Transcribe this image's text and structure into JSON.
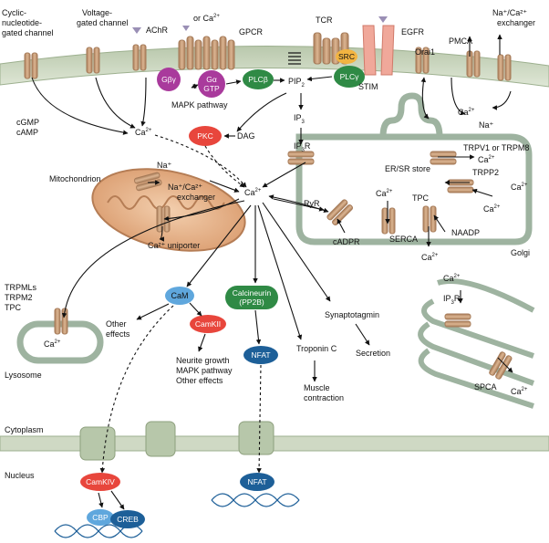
{
  "membrane_channels": {
    "cyclic_nucleotide_gated": [
      "Cyclic-",
      "nucleotide-",
      "gated channel"
    ],
    "cgmp": "cGMP",
    "camp": "cAMP",
    "voltage_gated": [
      "Voltage-",
      "gated channel"
    ],
    "achr": "AChR",
    "gpcr": "GPCR",
    "ligand_or": "or Ca",
    "g_beta_gamma": "Gβγ",
    "g_alpha": "Gα",
    "gtp": "GTP",
    "plc_beta": "PLCβ",
    "tcr": "TCR",
    "egfr": "EGFR",
    "src": "SRC",
    "plc_gamma": "PLCγ",
    "pip2": "PIP",
    "orai1": "Orai1",
    "stim": "STIM",
    "pmca": "PMCA",
    "na_ca_exchanger_top": [
      "Na⁺/Ca²⁺",
      "exchanger"
    ],
    "na_plus": "Na⁺"
  },
  "cytosol": {
    "mapk_pathway": "MAPK pathway",
    "pkc": "PKC",
    "dag": "DAG",
    "ip3": "IP",
    "ip3r": "IP",
    "ca_center": "Ca",
    "ca_generic": "Ca",
    "mitochondrion": "Mitochondrion",
    "mito_na": "Na⁺",
    "mito_exchanger": [
      "Na⁺/Ca²⁺",
      "exchanger"
    ],
    "uniporter": "Ca²⁺ uniporter",
    "er_store": "ER/SR store",
    "ryr": "RyR",
    "cadpr": "cADPR",
    "serca": "SERCA",
    "tpc": "TPC",
    "naadp": "NAADP",
    "trpv1": "TRPV1 or TRPM8",
    "trpp2": "TRPP2",
    "golgi": "Golgi",
    "spca": "SPCA",
    "lysosome_channels": [
      "TRPMLs",
      "TRPM2",
      "TPC"
    ],
    "lysosome": "Lysosome",
    "cam": "CaM",
    "other_effects": [
      "Other",
      "effects"
    ],
    "camkii": "CamKII",
    "neurite": [
      "Neurite growth",
      "MAPK pathway",
      "Other effects"
    ],
    "calcineurin": [
      "Calcineurin",
      "(PP2B)"
    ],
    "nfat": "NFAT",
    "troponin": "Troponin C",
    "muscle": [
      "Muscle",
      "contraction"
    ],
    "synaptotagmin": "Synaptotagmin",
    "secretion": "Secretion",
    "cytoplasm": "Cytoplasm",
    "nucleus": "Nucleus",
    "camkiv": "CamKIV",
    "cbp": "CBP",
    "creb": "CREB",
    "nfat_nuclear": "NFAT"
  },
  "superscripts": {
    "two_plus": "2+",
    "two": "2",
    "three": "3"
  },
  "colors": {
    "membrane": "#cfd9c4",
    "membrane_edge": "#9db08f",
    "channel": "#c99f7c",
    "channel_dark": "#a57a58",
    "er": "#9eb3a0",
    "pkc": "#e8463c",
    "plc": "#2f8a45",
    "nfat": "#1d5f98",
    "cam": "#5fa7dd",
    "gprotein": "#a93a9c",
    "src": "#f2b441",
    "mito": "#e8b691"
  }
}
